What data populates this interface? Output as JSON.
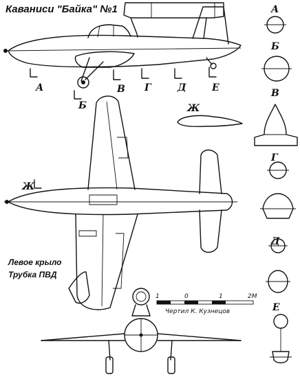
{
  "title": "Каваниси \"Байка\" №1",
  "section_labels": {
    "a": "А",
    "b": "Б",
    "v": "В",
    "g": "Г",
    "d": "Д",
    "e": "Е",
    "zh": "Ж"
  },
  "notes": {
    "left_wing": "Левое крыло",
    "pitot": "Трубка ПВД"
  },
  "scale": {
    "ticks": [
      "1",
      "0",
      "1",
      "2М"
    ]
  },
  "credit": "Чертил К. Кузнецов"
}
